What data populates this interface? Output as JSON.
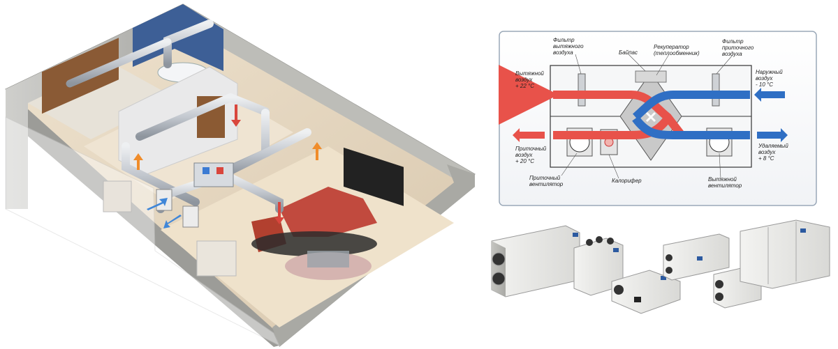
{
  "colors": {
    "warm_air": "#e8524a",
    "cold_air": "#2f6fc4",
    "panel_border": "#9aa8b8",
    "duct": "#c9ced4",
    "wall": "#d9d9d6"
  },
  "schematic": {
    "labels": {
      "exhaust_filter": [
        "Фильтр",
        "вытяжного",
        "воздуха"
      ],
      "bypass": [
        "Байпас"
      ],
      "recuperator": [
        "Рекуператор",
        "(теплообменник)"
      ],
      "supply_filter": [
        "Фильтр",
        "приточного",
        "воздуха"
      ],
      "extract_air": [
        "Вытяжной",
        "воздух",
        "+ 22 °C"
      ],
      "outdoor_air": [
        "Наружный",
        "воздух",
        "- 10 °C"
      ],
      "supply_air": [
        "Приточный",
        "воздух",
        "+ 20 °C"
      ],
      "discharge_air": [
        "Удаляемый",
        "воздух",
        "+ 8 °C"
      ],
      "supply_fan": [
        "Приточный",
        "вентилятор"
      ],
      "heater": [
        "Калорифер"
      ],
      "exhaust_fan": [
        "Вытяжной",
        "вентилятор"
      ]
    }
  }
}
